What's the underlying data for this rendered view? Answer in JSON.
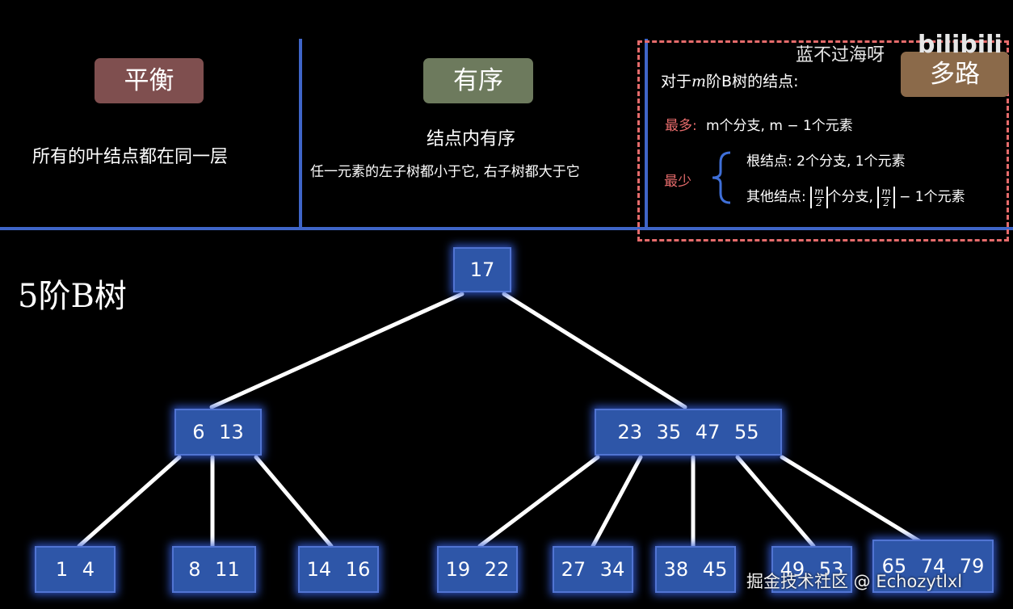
{
  "header": {
    "sections": [
      {
        "badge": "平衡",
        "badge_color": "#7f4f4f",
        "line1": "所有的叶结点都在同一层",
        "line2": ""
      },
      {
        "badge": "有序",
        "badge_color": "#6d7a5d",
        "line1": "结点内有序",
        "line2": "任一元素的左子树都小于它, 右子树都大于它"
      },
      {
        "badge": "多路",
        "badge_color": "#8b6a4a"
      }
    ],
    "multi_way": {
      "intro_pre": "对于",
      "intro_m": "m",
      "intro_post": "阶B树的结点:",
      "most_label": "最多:",
      "most_text": "m个分支, m − 1个元素",
      "least_label": "最少",
      "root_text": "根结点: 2个分支, 1个元素",
      "other_label": "其他结点:",
      "frac_num": "m",
      "frac_den": "2",
      "other_mid": "个分支,",
      "other_tail": "− 1个元素",
      "accent_color": "#e56b6b",
      "brace_color": "#3f6fd8"
    }
  },
  "watermarks": {
    "top_author": "蓝不过海呀",
    "top_logo": "bilibili",
    "bottom": "掘金技术社区 @ Echozytlxl"
  },
  "tree": {
    "title": "5阶B树",
    "root": "17",
    "level1": [
      "6  13",
      "23  35  47  55"
    ],
    "leaves": [
      "1  4",
      "8  11",
      "14  16",
      "19  22",
      "27  34",
      "38  45",
      "49  53",
      "65  74  79"
    ]
  }
}
